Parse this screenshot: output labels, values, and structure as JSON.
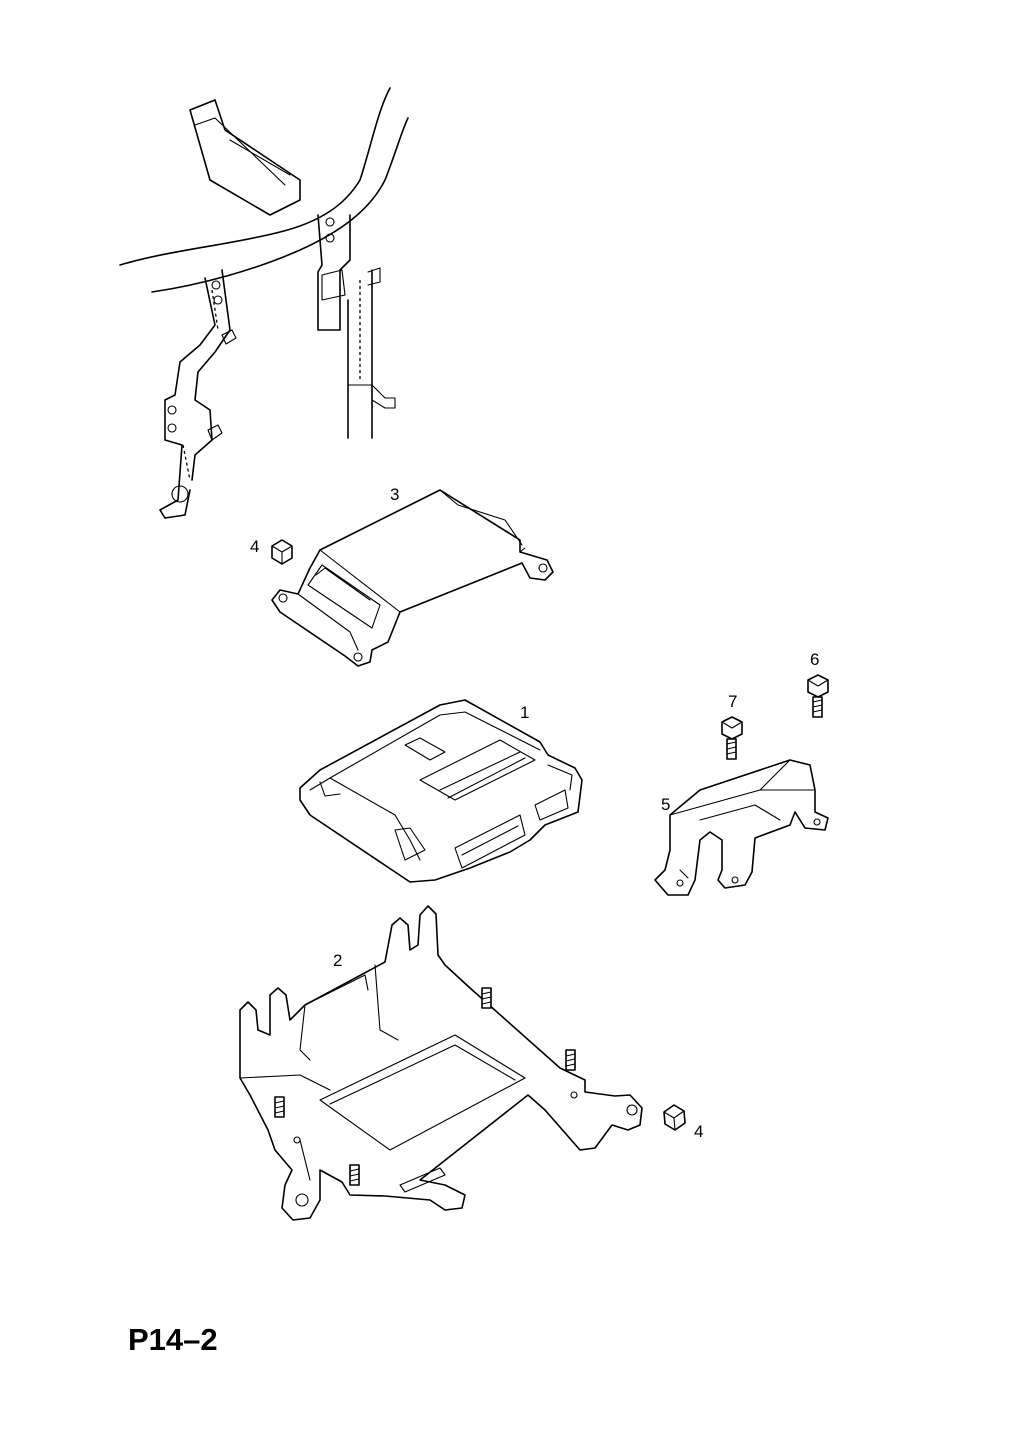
{
  "page_code": "P14–2",
  "callouts": {
    "part_1": "1",
    "part_2": "2",
    "part_3": "3",
    "part_4_upper": "4",
    "part_4_lower": "4",
    "part_5": "5",
    "part_6": "6",
    "part_7": "7"
  }
}
